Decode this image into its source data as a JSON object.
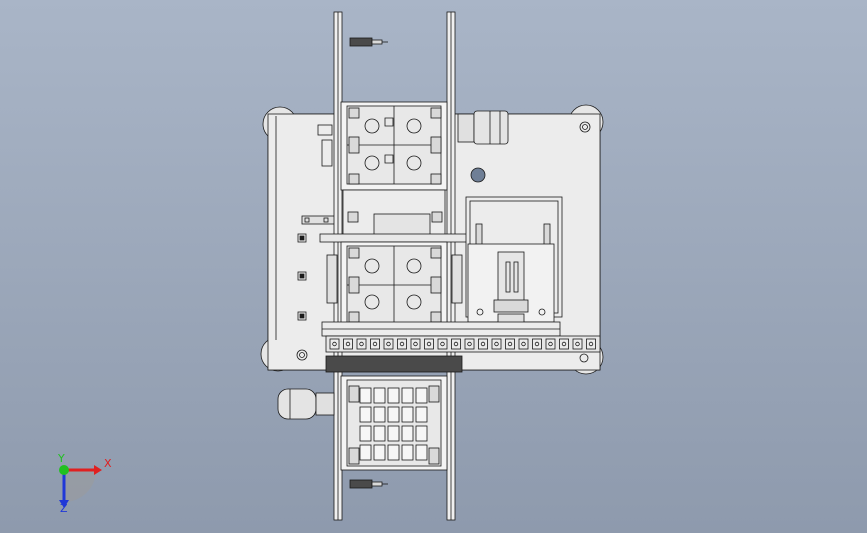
{
  "viewport": {
    "background_top": "#a9b5c7",
    "background_bottom": "#8e9aad"
  },
  "triad": {
    "x_label": "X",
    "y_label": "Y",
    "z_label": "Z",
    "x_color": "#e02020",
    "y_color": "#21c021",
    "z_color": "#2038d8"
  },
  "model": {
    "line_color": "#1a1a1a",
    "fill_light": "#ececec",
    "fill_mid": "#d9d9d9",
    "fill_dark": "#4a4a4a",
    "hole_color": "#6f7f96"
  }
}
